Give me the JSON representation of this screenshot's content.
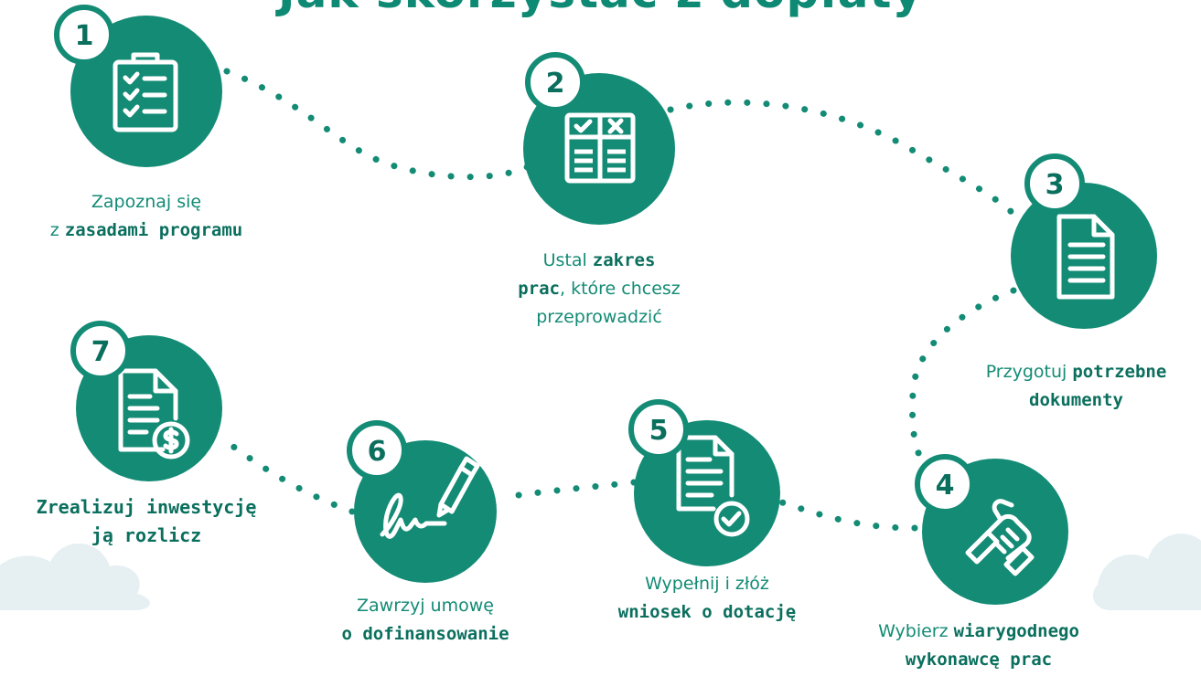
{
  "title": "Jak skorzystać z dopłaty",
  "colors": {
    "accent": "#138b75",
    "accent_dark": "#0b6f5e",
    "badge_bg": "#ffffff",
    "icon_line": "#ffffff",
    "cloud": "#e6f0f3"
  },
  "steps": [
    {
      "number": "1",
      "icon": "clipboard-checklist-icon",
      "label_plain": "Zapoznaj się",
      "label_lead": "z ",
      "label_bold": "zasadami programu",
      "label_tail": ""
    },
    {
      "number": "2",
      "icon": "table-check-x-icon",
      "label_lead": "Ustal ",
      "label_bold": "zakres",
      "label_bold2": "prac",
      "label_tail": ", które chcesz",
      "label_line3": "przeprowadzić"
    },
    {
      "number": "3",
      "icon": "document-icon",
      "label_lead": "Przygotuj ",
      "label_bold": "potrzebne",
      "label_bold2": "dokumenty"
    },
    {
      "number": "4",
      "icon": "handshake-icon",
      "label_lead": "Wybierz ",
      "label_bold": "wiarygodnego",
      "label_bold2": "wykonawcę prac"
    },
    {
      "number": "5",
      "icon": "document-check-icon",
      "label_lead": "Wypełnij i złóż",
      "label_bold": "wniosek o dotację"
    },
    {
      "number": "6",
      "icon": "pen-signature-icon",
      "label_lead": "Zawrzyj umowę",
      "label_bold": "o dofinansowanie"
    },
    {
      "number": "7",
      "icon": "document-dollar-icon",
      "label_bold": "Zrealizuj inwestycję",
      "label_bold2": "ją rozlicz"
    }
  ]
}
